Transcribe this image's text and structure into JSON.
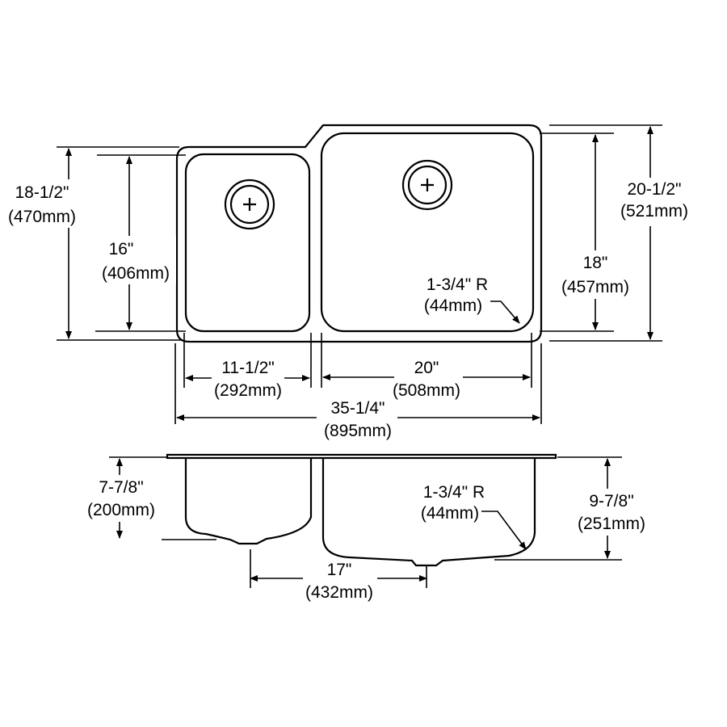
{
  "top_view": {
    "overall_depth": {
      "in": "18-1/2\"",
      "mm": "(470mm)"
    },
    "left_bowl_depth": {
      "in": "16\"",
      "mm": "(406mm)"
    },
    "right_bowl_depth": {
      "in": "18\"",
      "mm": "(457mm)"
    },
    "overall_depth_right": {
      "in": "20-1/2\"",
      "mm": "(521mm)"
    },
    "left_bowl_width": {
      "in": "11-1/2\"",
      "mm": "(292mm)"
    },
    "right_bowl_width": {
      "in": "20\"",
      "mm": "(508mm)"
    },
    "overall_width": {
      "in": "35-1/4\"",
      "mm": "(895mm)"
    },
    "corner_radius": {
      "in": "1-3/4\" R",
      "mm": "(44mm)"
    }
  },
  "side_view": {
    "left_bowl_height": {
      "in": "7-7/8\"",
      "mm": "(200mm)"
    },
    "right_bowl_height": {
      "in": "9-7/8\"",
      "mm": "(251mm)"
    },
    "drain_spacing": {
      "in": "17\"",
      "mm": "(432mm)"
    },
    "corner_radius": {
      "in": "1-3/4\" R",
      "mm": "(44mm)"
    }
  }
}
